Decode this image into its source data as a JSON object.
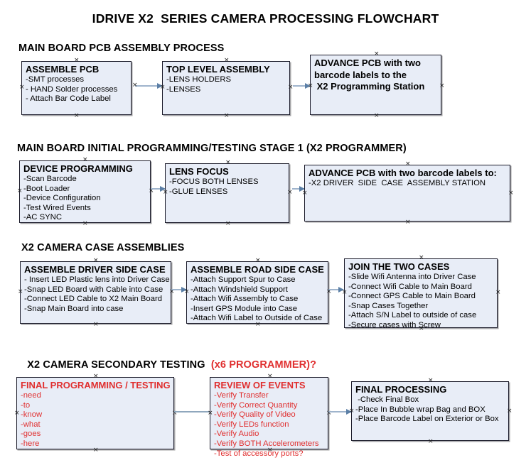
{
  "title": "IDRIVE X2  SERIES CAMERA PROCESSING FLOWCHART",
  "sections": [
    {
      "id": "main-board-pcb-assembly-process",
      "heading": "MAIN BOARD PCB ASSEMBLY PROCESS",
      "heading_accent": ""
    },
    {
      "id": "main-board-initial-programming",
      "heading": "MAIN BOARD INITIAL PROGRAMMING/TESTING STAGE 1 (X2 PROGRAMMER)",
      "heading_accent": ""
    },
    {
      "id": "x2-camera-case-assemblies",
      "heading": "X2 CAMERA CASE ASSEMBLIES",
      "heading_accent": ""
    },
    {
      "id": "x2-camera-secondary-testing",
      "heading": "X2 CAMERA SECONDARY TESTING  ",
      "heading_accent": "(x6 PROGRAMMER)?"
    }
  ],
  "nodes": {
    "assemble_pcb": {
      "title": "ASSEMBLE PCB",
      "lines": [
        "-SMT processes",
        "- HAND Solder processes",
        "- Attach Bar Code Label"
      ]
    },
    "top_level_assembly": {
      "title": "TOP LEVEL ASSEMBLY",
      "lines": [
        "-LENS HOLDERS",
        "-LENSES"
      ]
    },
    "advance_pcb_station": {
      "lines": [
        "ADVANCE PCB with two",
        "barcode labels to the",
        " X2 Programming Station"
      ]
    },
    "device_programming": {
      "title": "DEVICE PROGRAMMING",
      "lines": [
        "-Scan Barcode",
        "-Boot Loader",
        "-Device Configuration",
        "-Test Wired Events",
        "-AC SYNC"
      ]
    },
    "lens_focus": {
      "title": "LENS FOCUS",
      "lines": [
        "-FOCUS BOTH LENSES",
        "-GLUE LENSES"
      ]
    },
    "advance_pcb_driver_side": {
      "title": "ADVANCE PCB with two barcode labels to:",
      "lines": [
        "-X2 DRIVER  SIDE  CASE  ASSEMBLY STATION"
      ]
    },
    "assemble_driver_side_case": {
      "title": "ASSEMBLE DRIVER SIDE CASE",
      "lines": [
        "- Insert LED Plastic lens into Driver Case",
        "-Snap LED Board with Cable into Case",
        "-Connect LED Cable to X2 Main Board",
        "-Snap Main Board into case"
      ]
    },
    "assemble_road_side_case": {
      "title": "ASSEMBLE ROAD SIDE CASE",
      "lines": [
        "-Attach Support Spur to Case",
        "-Attach Windshield Support",
        "-Attach Wifi Assembly to Case",
        "-Insert GPS Module into Case",
        "-Attach Wifi Label to Outside of Case"
      ]
    },
    "join_the_two_cases": {
      "title": "JOIN THE TWO CASES",
      "lines": [
        "-Slide Wifi Antenna into Driver Case",
        "-Connect Wifi Cable to Main Board",
        "-Connect GPS Cable to Main Board",
        "-Snap Cases Together",
        "-Attach S/N Label to outside of case",
        "-Secure cases with Screw"
      ]
    },
    "final_programming_testing": {
      "title": "FINAL PROGRAMMING / TESTING",
      "lines": [
        "-need",
        "-to",
        "-know",
        "-what",
        "-goes",
        "-here"
      ]
    },
    "review_of_events": {
      "title": "REVIEW OF EVENTS",
      "lines": [
        "-Verify Transfer",
        "-Verify Correct Quantity",
        "-Verify Quality of Video",
        "-Verify LEDs function",
        "-Verify Audio",
        "-Verify BOTH Accelerometers",
        "-Test of accessory ports?"
      ]
    },
    "final_processing": {
      "title": "FINAL PROCESSING",
      "lines": [
        " -Check Final Box",
        "-Place In Bubble wrap Bag and BOX",
        "-Place Barcode Label on Exterior or Box"
      ]
    }
  },
  "colors": {
    "box_fill": "#e8edf7",
    "box_border": "#1b1b2a",
    "connector": "#9fb4cc",
    "arrow": "#5b7fa6",
    "accent_red": "#e02f2f",
    "text": "#000000"
  }
}
